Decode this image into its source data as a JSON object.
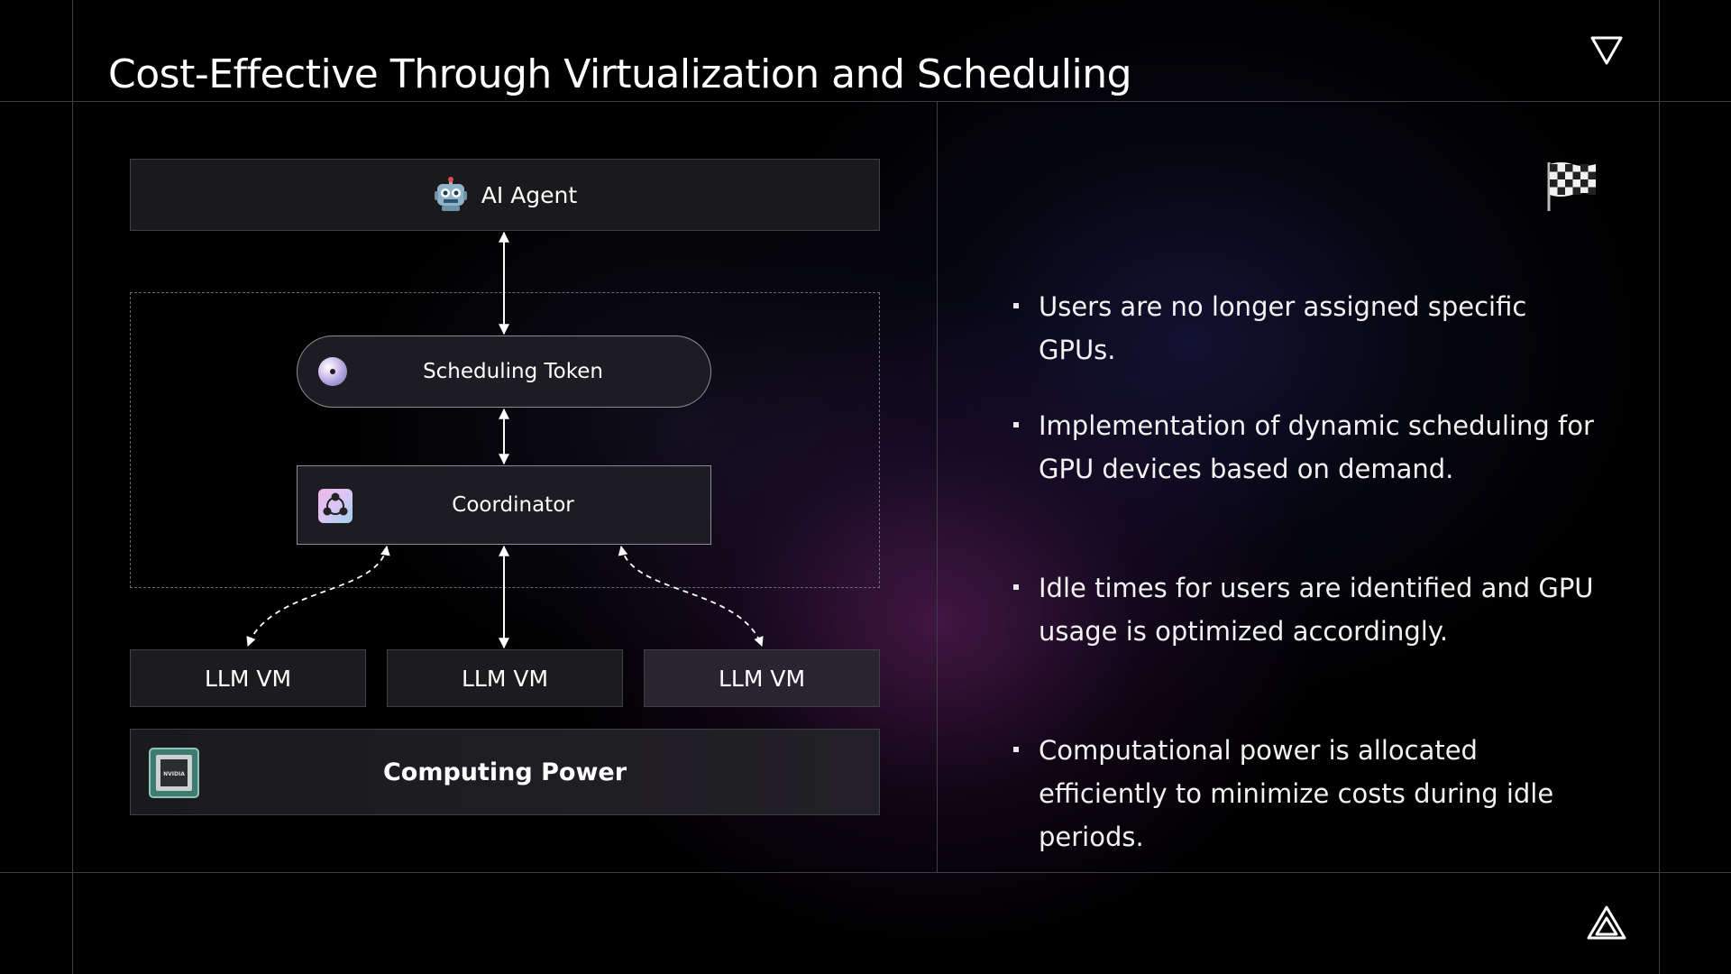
{
  "slide": {
    "title": "Cost-Effective Through Virtualization and Scheduling"
  },
  "diagram": {
    "agent": {
      "label": "AI Agent",
      "icon": "robot-icon"
    },
    "token": {
      "label": "Scheduling Token",
      "icon": "disc-icon"
    },
    "coordinator": {
      "label": "Coordinator",
      "icon": "network-icon"
    },
    "vms": [
      {
        "label": "LLM VM"
      },
      {
        "label": "LLM VM"
      },
      {
        "label": "LLM VM"
      }
    ],
    "power": {
      "label": "Computing Power",
      "icon": "gpu-chip-icon"
    }
  },
  "bullets": [
    {
      "text": "Users are no longer assigned specific GPUs."
    },
    {
      "text": "Implementation of dynamic scheduling for GPU devices based on demand."
    },
    {
      "text": "Idle times for users are identified and GPU usage is optimized accordingly."
    },
    {
      "text": "Computational power is allocated efficiently to minimize costs during idle periods."
    }
  ],
  "icons": {
    "top_right": "triangle-logo-icon",
    "bottom_right": "layered-triangle-logo-icon",
    "flag": "checkered-flag-icon"
  },
  "colors": {
    "background": "#000000",
    "grid_line": "#3d3d44",
    "accent_glow": "#762878"
  }
}
